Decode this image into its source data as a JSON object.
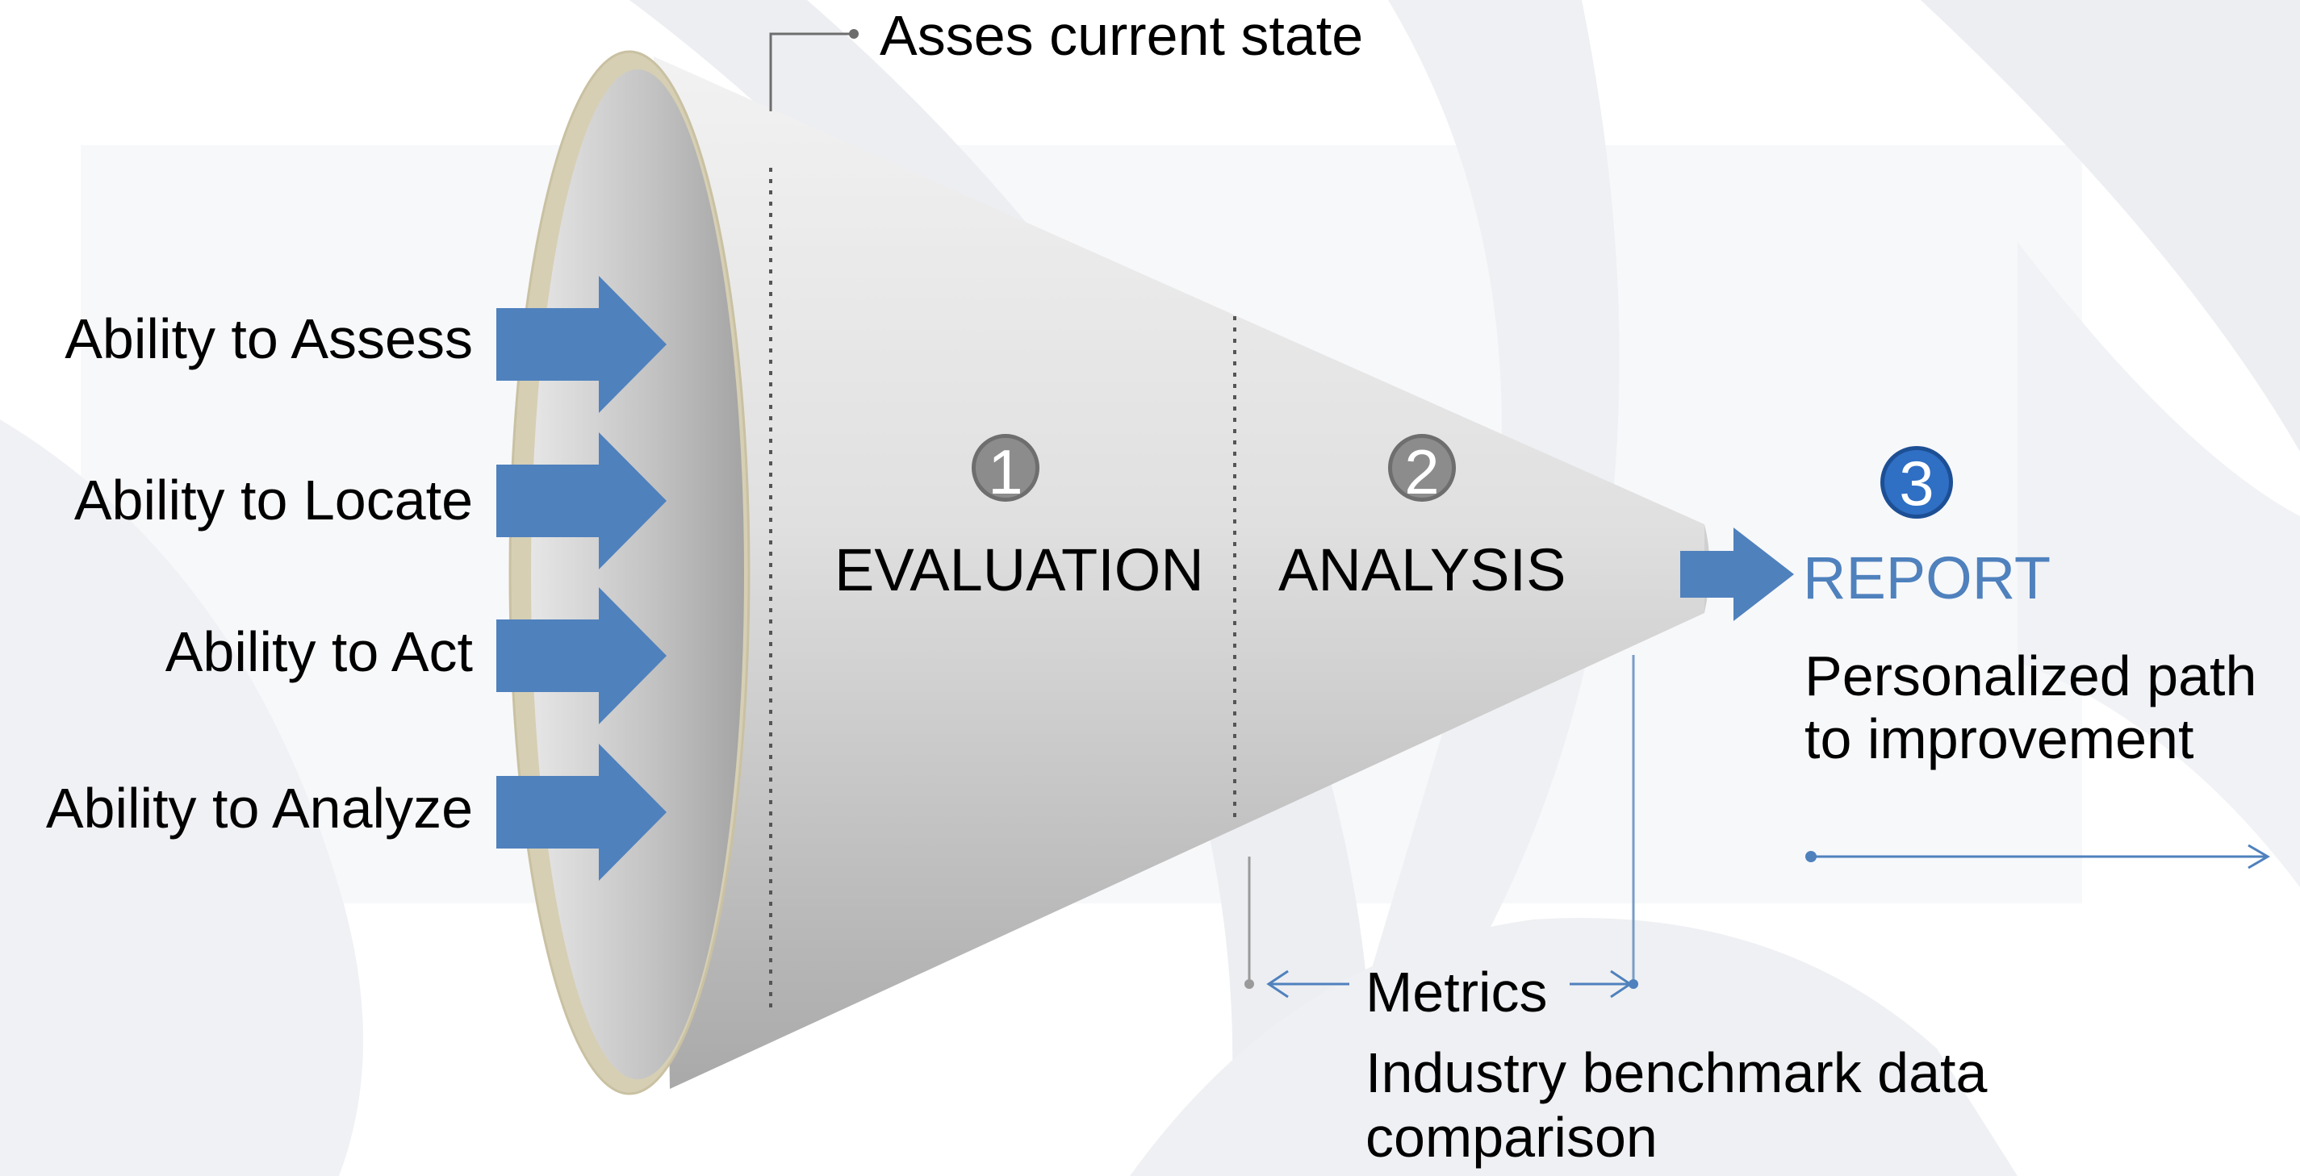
{
  "inputs": {
    "items": [
      {
        "label": "Ability to Assess"
      },
      {
        "label": "Ability to Locate"
      },
      {
        "label": "Ability to Act"
      },
      {
        "label": "Ability to Analyze"
      }
    ]
  },
  "top_callout": {
    "text": "Asses current state"
  },
  "stages": [
    {
      "number": "1",
      "label": "EVALUATION"
    },
    {
      "number": "2",
      "label": "ANALYSIS"
    },
    {
      "number": "3",
      "label": "REPORT"
    }
  ],
  "report": {
    "line1": "Personalized path",
    "line2": "to improvement"
  },
  "metrics": {
    "title": "Metrics",
    "line1": "Industry benchmark data",
    "line2": "comparison"
  },
  "colors": {
    "arrow_blue": "#4f81bd",
    "report_blue": "#4f81bd",
    "rim_tan": "#d6cfb4",
    "funnel_gray": "#c8c8c8",
    "connector_gray": "#6d6d6d"
  },
  "icons": {
    "input_arrow": "right-arrow-icon",
    "output_arrow": "right-arrow-icon"
  }
}
